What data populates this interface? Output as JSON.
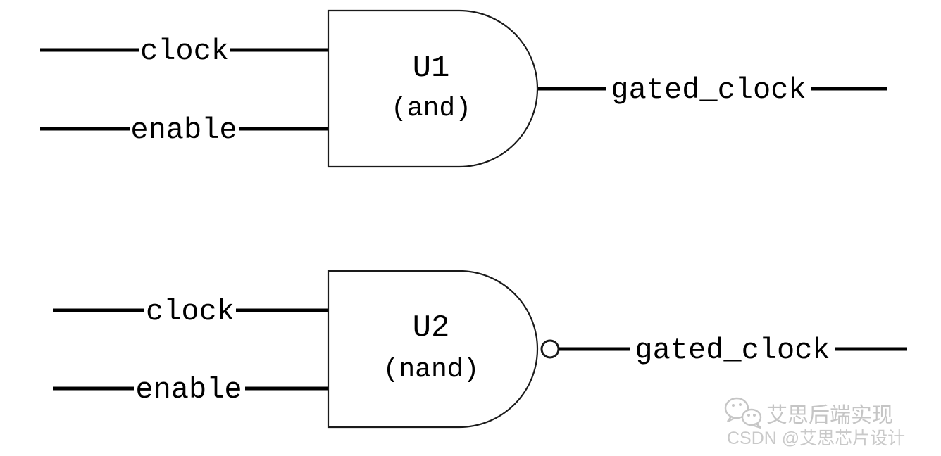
{
  "diagram": {
    "description": "clock gating cells schematic",
    "background_color": "#ffffff",
    "line_color": "#000000",
    "gates": {
      "u1": {
        "ref": "U1",
        "type_label": "(and)",
        "input_top": "clock",
        "input_bottom": "enable",
        "output": "gated_clock",
        "has_inversion_bubble": false
      },
      "u2": {
        "ref": "U2",
        "type_label": "(nand)",
        "input_top": "clock",
        "input_bottom": "enable",
        "output": "gated_clock",
        "has_inversion_bubble": true
      }
    }
  },
  "watermark": {
    "icon": "wechat-icon",
    "line1": "艾思后端实现",
    "line2": "CSDN @艾思芯片设计",
    "color": "#c5c5c5"
  }
}
